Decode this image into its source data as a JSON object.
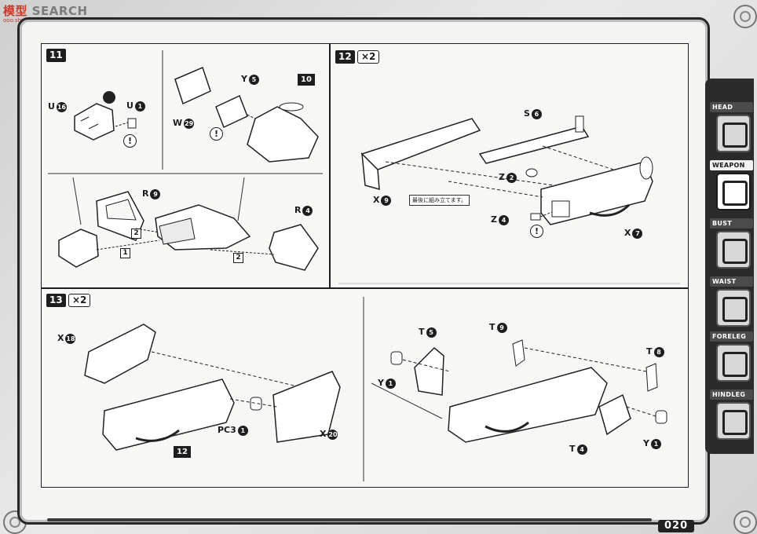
{
  "watermark": {
    "brand": "模型",
    "text": "SEARCH",
    "url": "ooo.shuo.com"
  },
  "steps": {
    "s11": {
      "number": "11"
    },
    "s12": {
      "number": "12",
      "multiplier": "×2",
      "note": "最後に組み立てます。",
      "labels": {
        "x9": "X",
        "x9n": "9",
        "s6": "S",
        "s6n": "6",
        "z2": "Z",
        "z2n": "2",
        "z4": "Z",
        "z4n": "4",
        "x7": "X",
        "x7n": "7"
      }
    },
    "s13": {
      "number": "13",
      "multiplier": "×2",
      "labels": {
        "x18": "X",
        "x18n": "18",
        "pc3": "PC3",
        "pc3n": "1",
        "x20": "X",
        "x20n": "20",
        "sub12": "12",
        "t5": "T",
        "t5n": "5",
        "t9": "T",
        "t9n": "9",
        "t8": "T",
        "t8n": "8",
        "y1a": "Y",
        "y1an": "1",
        "t4": "T",
        "t4n": "4",
        "y1b": "Y",
        "y1bn": "1"
      }
    },
    "s11labels": {
      "u16": "U",
      "u16n": "16",
      "u1": "U",
      "u1n": "1",
      "y5": "Y",
      "y5n": "5",
      "w29": "W",
      "w29n": "29",
      "sub10": "10",
      "r9": "R",
      "r9n": "9",
      "r4": "R",
      "r4n": "4",
      "arrow1": "1",
      "arrow2": "2"
    }
  },
  "warning_symbol": "!",
  "sidebar": {
    "tabs": [
      {
        "label": "HEAD",
        "icon": "head-icon"
      },
      {
        "label": "WEAPON",
        "icon": "weapon-icon"
      },
      {
        "label": "BUST",
        "icon": "bust-icon"
      },
      {
        "label": "WAIST",
        "icon": "waist-icon"
      },
      {
        "label": "FORELEG",
        "icon": "foreleg-icon"
      },
      {
        "label": "HINDLEG",
        "icon": "hindleg-icon"
      }
    ],
    "active": "WEAPON"
  },
  "page_number": "020"
}
